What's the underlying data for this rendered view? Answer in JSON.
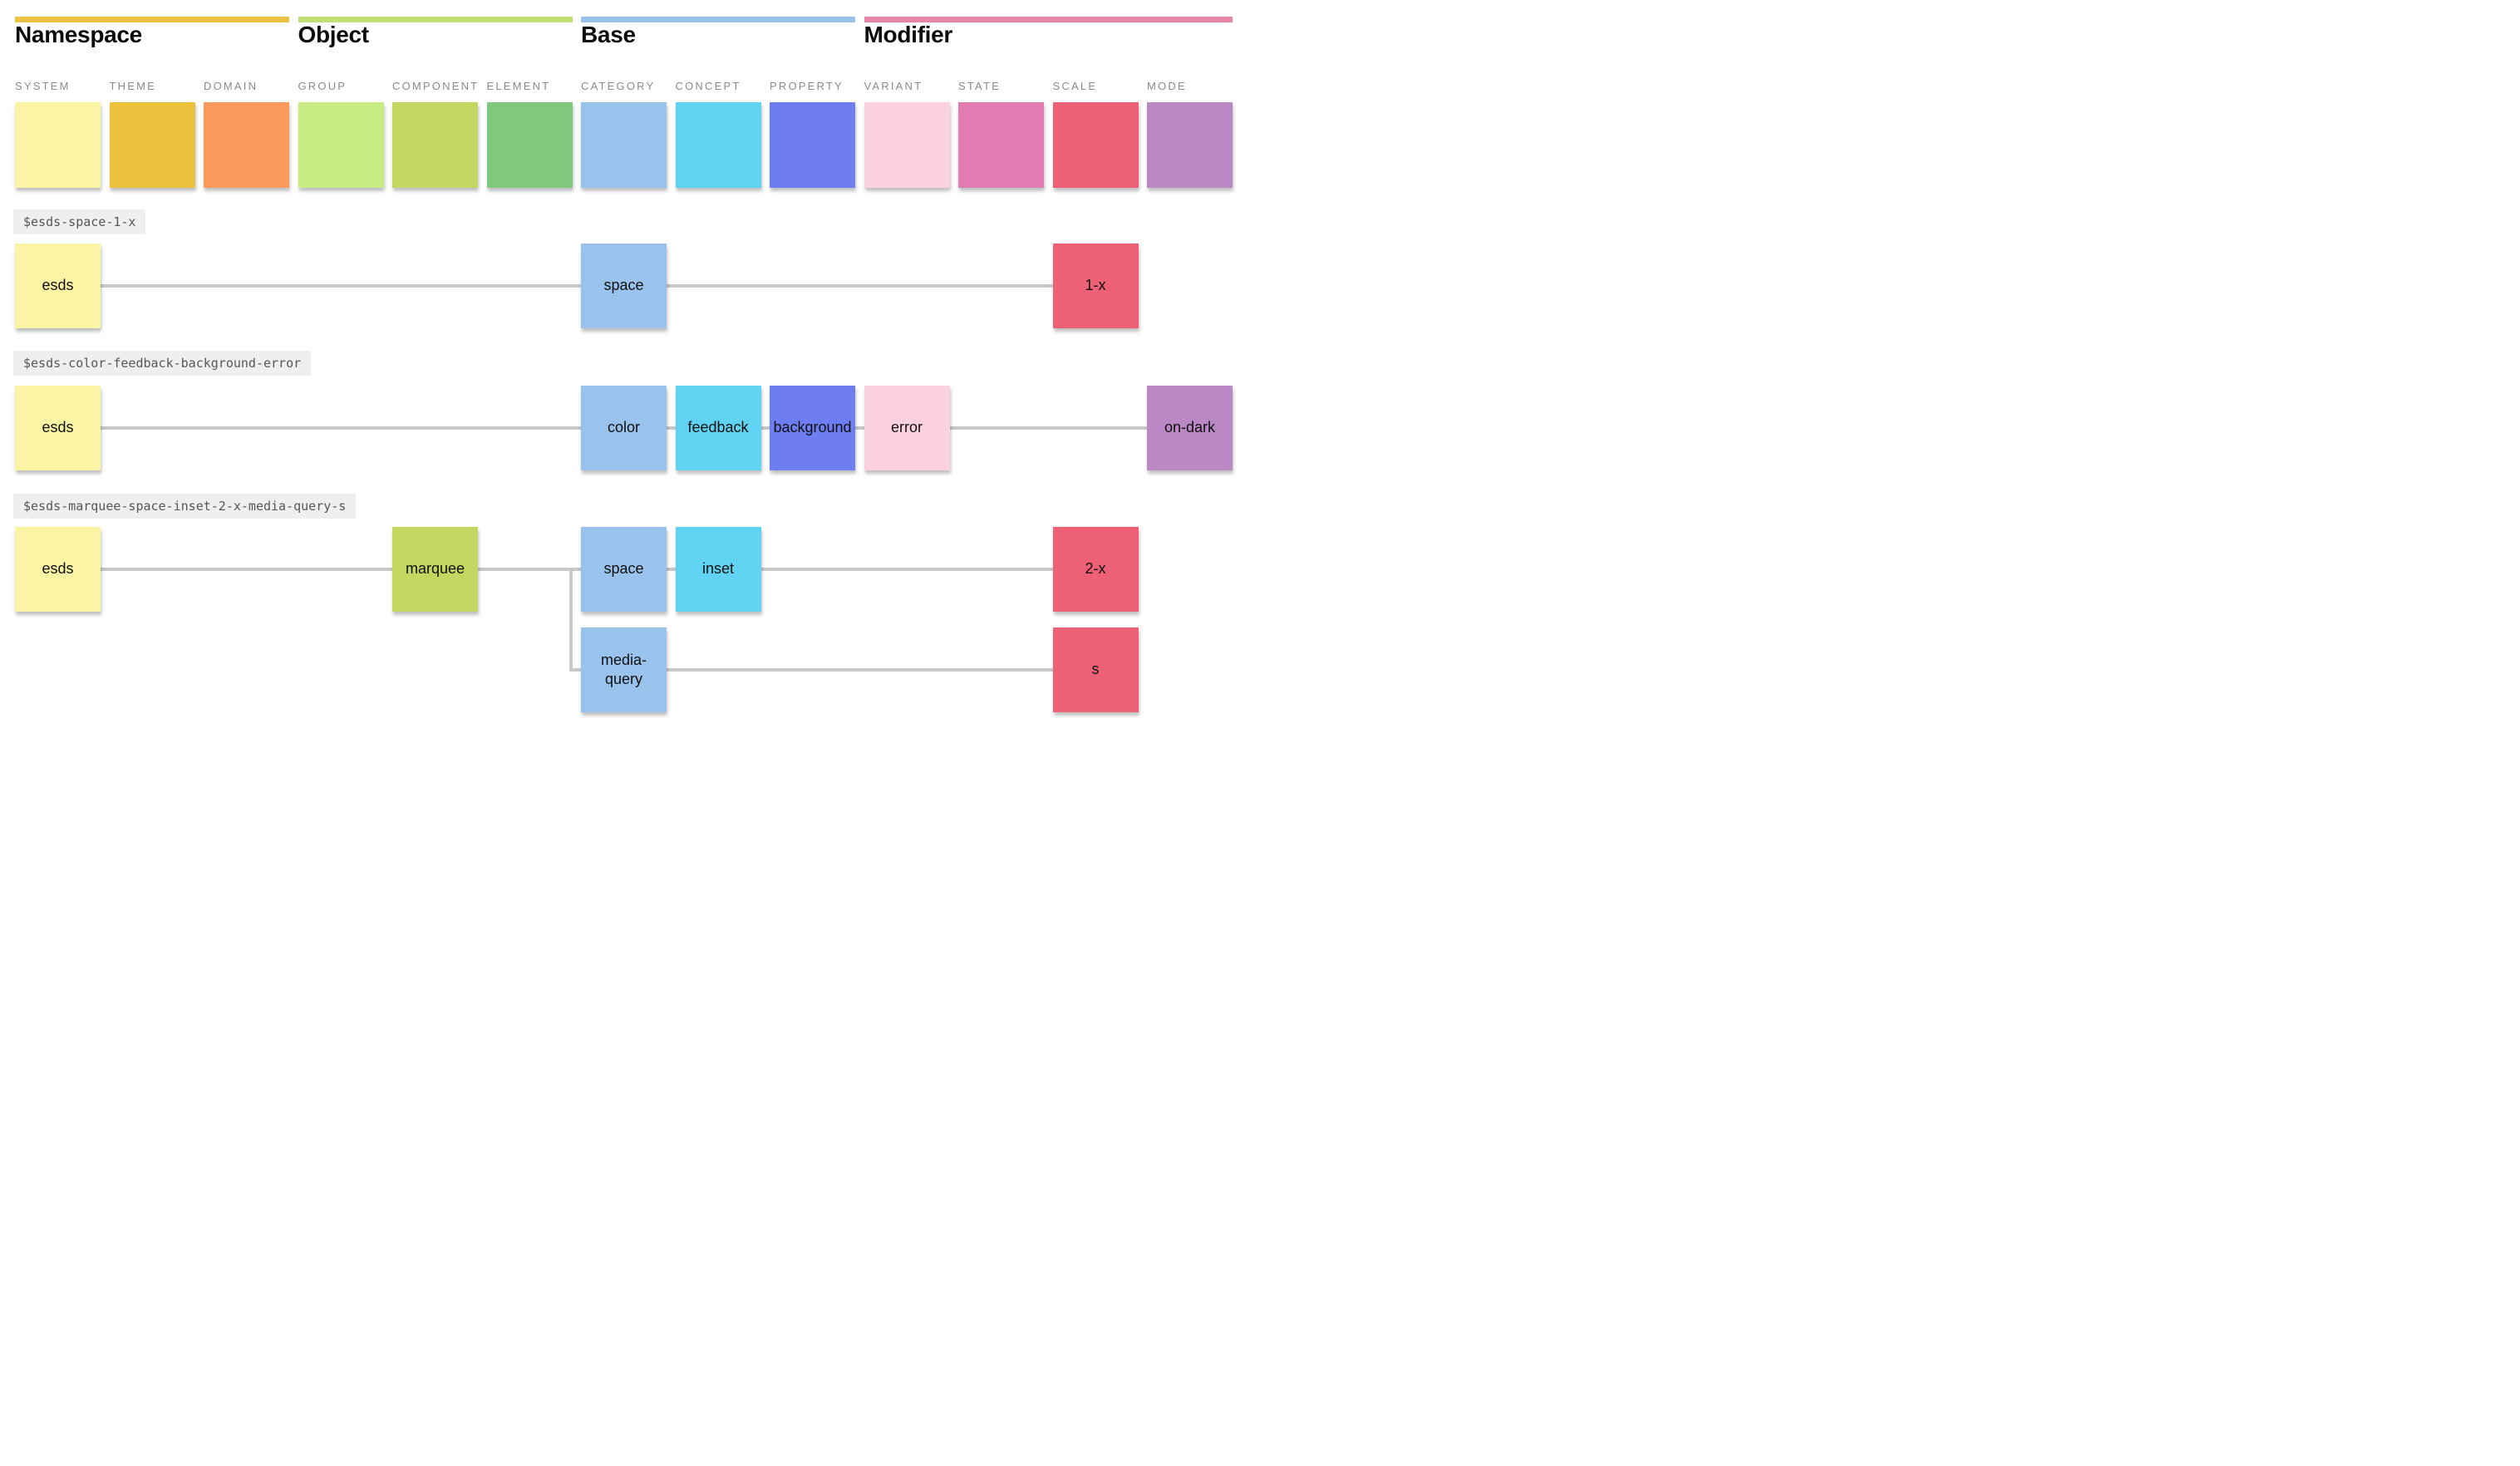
{
  "colors": {
    "background": "#FFFFFF",
    "connector": "#C9C9C9",
    "chip_bg": "#EFEFEF",
    "chip_text": "#565656",
    "column_label": "#8A8A8A",
    "heading_text": "#0C0C0C",
    "box_text": "#101010"
  },
  "sections": [
    {
      "label": "Namespace",
      "bar_color": "#ECC340",
      "columns": [
        {
          "label": "SYSTEM",
          "color": "#FBF4A5"
        },
        {
          "label": "THEME",
          "color": "#ECC23D"
        },
        {
          "label": "DOMAIN",
          "color": "#F9995C"
        }
      ]
    },
    {
      "label": "Object",
      "bar_color": "#C3DE72",
      "columns": [
        {
          "label": "GROUP",
          "color": "#C7EC83"
        },
        {
          "label": "COMPONENT",
          "color": "#C1D75F"
        },
        {
          "label": "ELEMENT",
          "color": "#80C87D"
        }
      ]
    },
    {
      "label": "Base",
      "bar_color": "#98C2EB",
      "columns": [
        {
          "label": "CATEGORY",
          "color": "#99C2EC"
        },
        {
          "label": "CONCEPT",
          "color": "#60D3F2"
        },
        {
          "label": "PROPERTY",
          "color": "#6E7EF2"
        }
      ]
    },
    {
      "label": "Modifier",
      "bar_color": "#E884A7",
      "columns": [
        {
          "label": "VARIANT",
          "color": "#FBD1E0"
        },
        {
          "label": "STATE",
          "color": "#E17CB2"
        },
        {
          "label": "SCALE",
          "color": "#ED6075"
        },
        {
          "label": "MODE",
          "color": "#BA89C5"
        }
      ]
    }
  ],
  "examples": [
    {
      "token": "$esds-space-1-x",
      "nodes": [
        {
          "label": "esds",
          "level": "SYSTEM"
        },
        {
          "label": "space",
          "level": "CATEGORY"
        },
        {
          "label": "1-x",
          "level": "SCALE"
        }
      ]
    },
    {
      "token": "$esds-color-feedback-background-error",
      "nodes": [
        {
          "label": "esds",
          "level": "SYSTEM"
        },
        {
          "label": "color",
          "level": "CATEGORY"
        },
        {
          "label": "feedback",
          "level": "CONCEPT"
        },
        {
          "label": "background",
          "level": "PROPERTY"
        },
        {
          "label": "error",
          "level": "VARIANT"
        },
        {
          "label": "on-dark",
          "level": "MODE"
        }
      ]
    },
    {
      "token": "$esds-marquee-space-inset-2-x-media-query-s",
      "nodes": [
        {
          "label": "esds",
          "level": "SYSTEM"
        },
        {
          "label": "marquee",
          "level": "COMPONENT"
        },
        {
          "label": "space",
          "level": "CATEGORY"
        },
        {
          "label": "inset",
          "level": "CONCEPT"
        },
        {
          "label": "2-x",
          "level": "SCALE"
        },
        {
          "label": "media-query",
          "level": "CATEGORY"
        },
        {
          "label": "s",
          "level": "SCALE"
        }
      ]
    }
  ]
}
